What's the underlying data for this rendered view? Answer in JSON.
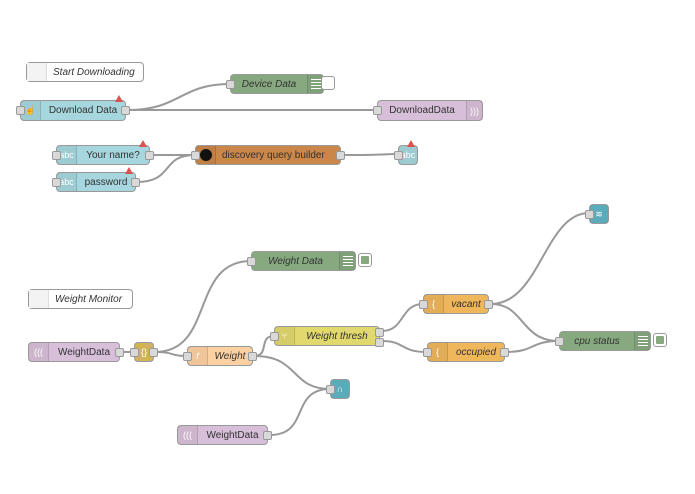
{
  "colors": {
    "inject_blue": "#a6d6de",
    "debug_green": "#87a980",
    "bluemix_purple": "#d7bfd9",
    "function_orange": "#fdd0a2",
    "switch_yellow": "#e2d96e",
    "template_orange": "#f0b65c",
    "discovery_brown": "#cb8649",
    "wire": "#999999"
  },
  "flow1": {
    "comment_start": "Start Downloading",
    "download_data": "Download Data",
    "device_data": "Device Data",
    "download_data_out": "DownloadData",
    "your_name": "Your name?",
    "password": "password",
    "discovery_builder": "discovery query builder",
    "abc_icon": "abc"
  },
  "flow2": {
    "comment_weight": "Weight Monitor",
    "weight_data_debug": "Weight Data",
    "weight_data_in": "WeightData",
    "weight_fn": "Weight",
    "weight_thresh": "Weight thresh",
    "vacant": "vacant",
    "occupied": "occupied",
    "cpu_status": "cpu status",
    "weight_data_in2": "WeightData"
  },
  "icons": {
    "inject": "hand-pointer-icon",
    "debug": "debug-bars-icon",
    "bluemix": "wave-icon",
    "text_input": "abc-icon",
    "discovery": "watson-icon",
    "function": "function-icon",
    "switch": "switch-icon",
    "template": "template-brace-icon",
    "json": "json-brace-icon",
    "wifi": "wifi-icon",
    "headset": "headset-icon"
  }
}
